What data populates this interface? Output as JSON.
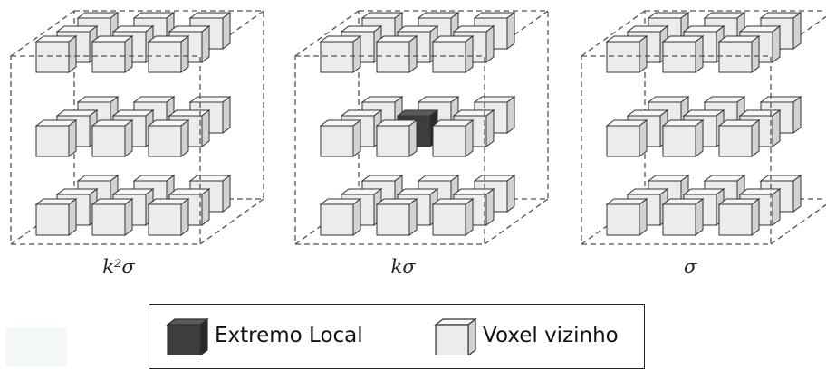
{
  "scales": [
    {
      "label": "k²σ",
      "extremum": null
    },
    {
      "label": "kσ",
      "extremum": "center"
    },
    {
      "label": "σ",
      "extremum": null
    }
  ],
  "legend": {
    "extremum_label": "Extremo Local",
    "neighbor_label": "Voxel vizinho"
  },
  "colors": {
    "voxel_face": "#ececec",
    "voxel_top": "#f7f7f7",
    "voxel_side": "#d2d2d2",
    "extremum_face": "#3d3d3d",
    "extremum_top": "#5a5a5a",
    "extremum_side": "#2a2a2a",
    "stroke": "#333333"
  }
}
